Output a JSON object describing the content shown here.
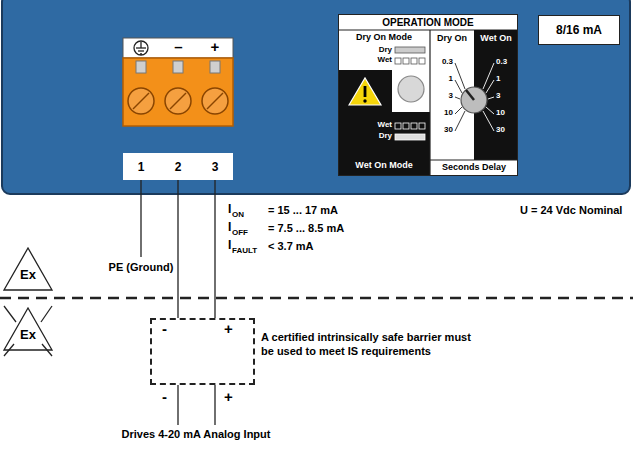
{
  "diagram": {
    "nodes": [
      {
        "text": [
          "OPERATION MODE"
        ]
      },
      {
        "text": [
          "8/16 mA"
        ]
      },
      {
        "text": [
          "1"
        ]
      },
      {
        "text": [
          "2"
        ]
      },
      {
        "text": [
          "3"
        ]
      },
      {
        "text": [
          "A certified intrinsically safe barrier must be used to meet IS requirements"
        ]
      }
    ],
    "edges": [
      {
        "from": 3,
        "to": 5,
        "arrow": "none"
      },
      {
        "from": 4,
        "to": 5,
        "arrow": "none"
      }
    ],
    "labels": [
      "–",
      "+",
      "Dry On Mode",
      "Dry",
      "Wet",
      "Wet",
      "Dry",
      "Wet On Mode",
      "Dry On",
      "Wet On",
      "0.3",
      "1",
      "3",
      "10",
      "30",
      "0.3",
      "1",
      "3",
      "10",
      "30",
      "Seconds Delay",
      "PE (Ground)",
      "I",
      "ON",
      "= 15 ... 17 mA",
      "I",
      "OFF",
      "= 7.5 ... 8.5 mA",
      "I",
      "FAULT",
      "< 3.7 mA",
      "U = 24 Vdc Nominal",
      "Ex",
      "Ex",
      "-",
      "+",
      "-",
      "+",
      "Drives 4-20 mA Analog Input"
    ]
  }
}
